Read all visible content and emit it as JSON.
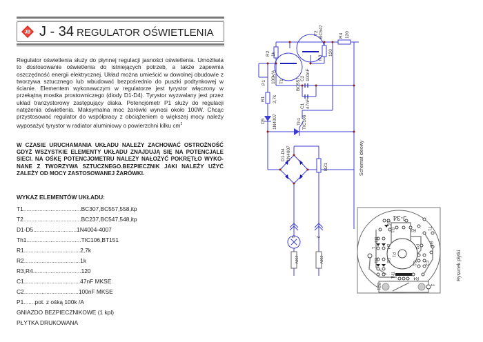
{
  "header": {
    "logo_text": "JB",
    "code": "J - 34",
    "title": "REGULATOR OŚWIETLENIA"
  },
  "description": "Regulator oświetlenia służy do płynnej regulacji jasności oświetlenia. Umożliwia to dostosowanie oświetlenia do istniejących potrzeb, a także zapewnia oszczędność energii elektrycznej. Układ można umieścić w dowolnej obudowie z tworzywa sztucznego lub wbudować bezpośrednio do puszki podtynkowej w ścianie. Elementem wykonawczym w regulatorze jest tyrystor włączony w przekątną mostka prostowniczego (diody D1-D4). Tyrystor wyzwalany jest przez układ tranzystorowy zastępujący diaka. Potencjometr P1 służy do regulacji natężenia oświetlenia. Maksymalna moc żarówki wynosi około 100W. Chcąc przystosować regulator do współpracy z obciążeniem o większej mocy należy wyposażyć tyrystor w radiator aluminiowy o powierzchni kilku cm",
  "description_sup": "2",
  "warning": "W CZASIE URUCHAMANIA UKŁADU NALEŻY ZACHOWAĆ OSTROŻNOŚĆ GDYŻ WSZYSTKIE ELEMENTY UKŁADU ZNAJDUJĄ SIĘ NA POTENCJALE SIECI. NA OŚKĘ POTENCJOMETRU NALEŻY NAŁOŻYĆ POKRĘTŁO WYKO-NANE Z TWORZYWA SZTUCZNEGO.BEZPIECZNIK JAKI NALEŻY UŻYĆ ZALEŻY OD MOCY ZASTOSOWANEJ ŻARÓWKI.",
  "parts_list": {
    "heading": "WYKAZ ELEMENTÓW UKŁADU:",
    "items": [
      {
        "ref": "T1",
        "dots": "....................................",
        "value": "BC307,BC557,558,itp"
      },
      {
        "ref": "T2",
        "dots": "....................................",
        "value": "BC237,BC547,548,itp"
      },
      {
        "ref": "D1-D5",
        "dots": "...........................",
        "value": "1N4004-4007"
      },
      {
        "ref": "Th1",
        "dots": "..................................",
        "value": "TIC106,BT151"
      },
      {
        "ref": "R1",
        "dots": "...................................",
        "value": "2,7k"
      },
      {
        "ref": "R2",
        "dots": "...................................",
        "value": "1k"
      },
      {
        "ref": "R3,R4",
        "dots": "..............................",
        "value": "120"
      },
      {
        "ref": "C1",
        "dots": "...................................",
        "value": "47nF MKSE"
      },
      {
        "ref": "C2",
        "dots": "..................................",
        "value": "100nF MKSE"
      },
      {
        "ref": "P1",
        "dots": ".......",
        "value": "pot. z ośką 100k   /A"
      },
      {
        "ref": "GNIAZDO BEZPIECZNIKOWE (1 kpl)",
        "dots": "",
        "value": ""
      },
      {
        "ref": "PŁYTKA DRUKOWANA",
        "dots": "",
        "value": ""
      }
    ]
  },
  "schematic": {
    "caption": "Schemat ideowy",
    "labels": {
      "T1": "T1",
      "T1_type": "BC557",
      "T2": "T2",
      "T2_type": "BC547",
      "R2": "R2",
      "R2_val": "1k",
      "R3": "R3",
      "R3_val": "120",
      "R4": "R4",
      "R4_val": "120",
      "P1": "P1",
      "P1_val": "100k/A",
      "R1": "R1",
      "R1_val": "2,7k",
      "C2": "C2",
      "C2_val": "100nF",
      "C1": "C1",
      "C1_val": "47nF",
      "D5": "D5",
      "D5_type": "1N4007",
      "Th1": "Th1",
      "Th1_type": "TIC106",
      "D1D4": "D1-D4",
      "D1D4_type": "1N4007",
      "BZ1": "BZ1",
      "term1": "1",
      "term2": "2",
      "mains1": "~230V",
      "mains2": "~230V"
    },
    "colors": {
      "wire": "#3b3bd6",
      "node": "#8b1a1a",
      "outline": "#555555"
    }
  },
  "pcb": {
    "caption": "Rysunek płytki",
    "board_label": "J-34",
    "labels": [
      "D5",
      "R1",
      "R2",
      "T1",
      "D3",
      "D4",
      "D1",
      "D2",
      "P1",
      "P2",
      "R3",
      "C1",
      "C2",
      "Th1",
      "R4",
      "BZ1",
      "1",
      "2"
    ]
  }
}
